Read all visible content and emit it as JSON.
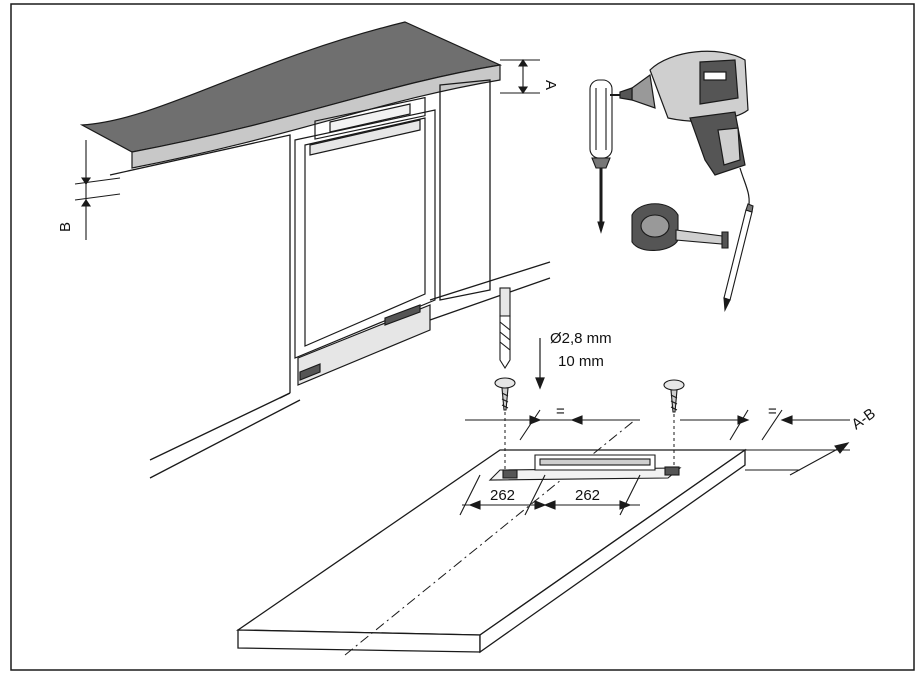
{
  "labels": {
    "dim_a": "A",
    "dim_b": "B",
    "dim_ab": "A-B",
    "drill_diameter": "Ø2,8 mm",
    "drill_depth": "10 mm",
    "equal_left": "=",
    "equal_right": "=",
    "spacing_left": "262",
    "spacing_right": "262"
  },
  "icons": [
    "screwdriver-icon",
    "drill-icon",
    "tape-measure-icon",
    "pencil-icon",
    "drill-bit-icon",
    "screw-icon"
  ],
  "colors": {
    "line": "#1a1a1a",
    "worktop": "#6f6f6f",
    "tool_dark": "#555555",
    "tool_light": "#cfcfcf"
  }
}
